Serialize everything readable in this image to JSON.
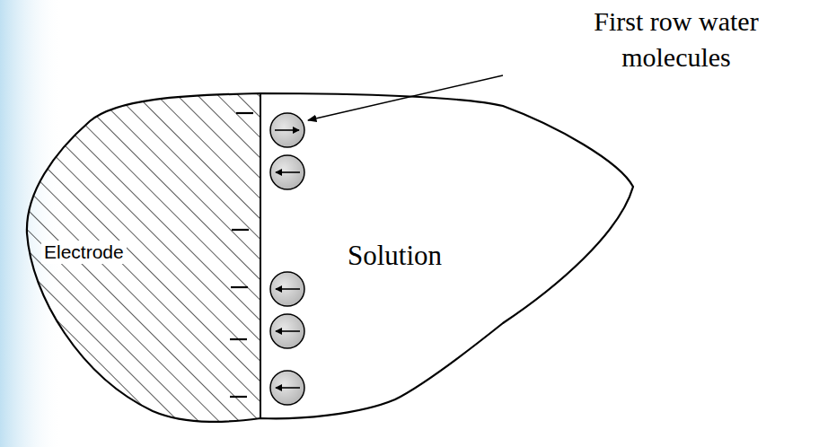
{
  "diagram": {
    "labels": [
      "First row water molecules",
      "Electrode",
      "Solution"
    ]
  }
}
